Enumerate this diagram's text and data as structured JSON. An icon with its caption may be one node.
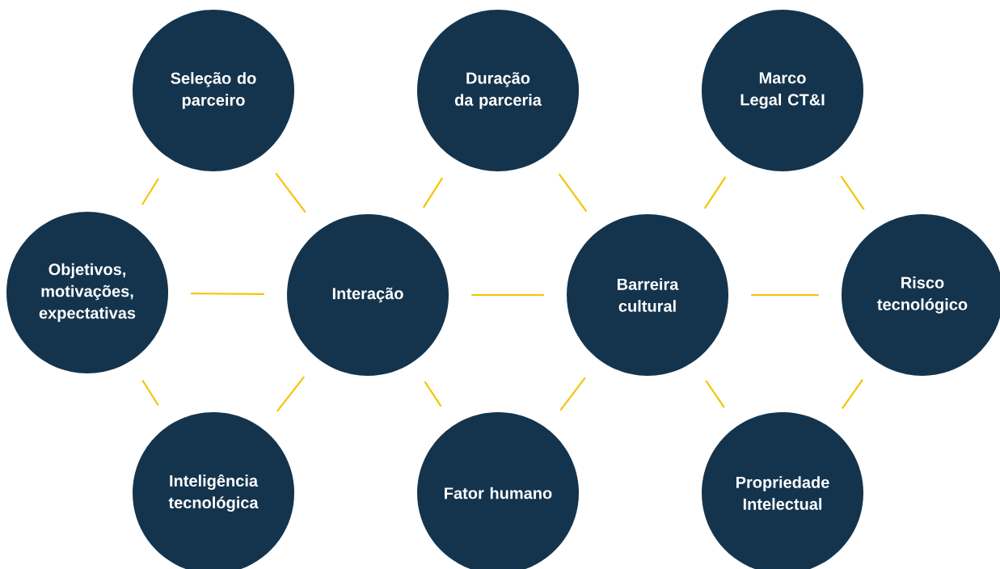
{
  "diagram": {
    "nodes": [
      {
        "text": [
          "Seleção do parceiro"
        ]
      },
      {
        "text": [
          "Duração da parceria"
        ]
      },
      {
        "text": [
          "Marco Legal CT&I"
        ]
      },
      {
        "text": [
          "Objetivos, motivações, expectativas"
        ]
      },
      {
        "text": [
          "Interação"
        ]
      },
      {
        "text": [
          "Barreira cultural"
        ]
      },
      {
        "text": [
          "Risco tecnológico"
        ]
      },
      {
        "text": [
          "Inteligência tecnológica"
        ]
      },
      {
        "text": [
          "Fator humano"
        ]
      },
      {
        "text": [
          "Propriedade Intelectual"
        ]
      }
    ],
    "edges": [
      {
        "from": 3,
        "to": 0,
        "arrow": "none"
      },
      {
        "from": 0,
        "to": 4,
        "arrow": "none"
      },
      {
        "from": 4,
        "to": 1,
        "arrow": "none"
      },
      {
        "from": 1,
        "to": 5,
        "arrow": "none"
      },
      {
        "from": 5,
        "to": 2,
        "arrow": "none"
      },
      {
        "from": 2,
        "to": 6,
        "arrow": "none"
      },
      {
        "from": 3,
        "to": 4,
        "arrow": "none"
      },
      {
        "from": 4,
        "to": 5,
        "arrow": "none"
      },
      {
        "from": 5,
        "to": 6,
        "arrow": "none"
      },
      {
        "from": 3,
        "to": 7,
        "arrow": "none"
      },
      {
        "from": 7,
        "to": 4,
        "arrow": "none"
      },
      {
        "from": 4,
        "to": 8,
        "arrow": "none"
      },
      {
        "from": 8,
        "to": 5,
        "arrow": "none"
      },
      {
        "from": 5,
        "to": 9,
        "arrow": "none"
      },
      {
        "from": 9,
        "to": 6,
        "arrow": "none"
      }
    ]
  }
}
